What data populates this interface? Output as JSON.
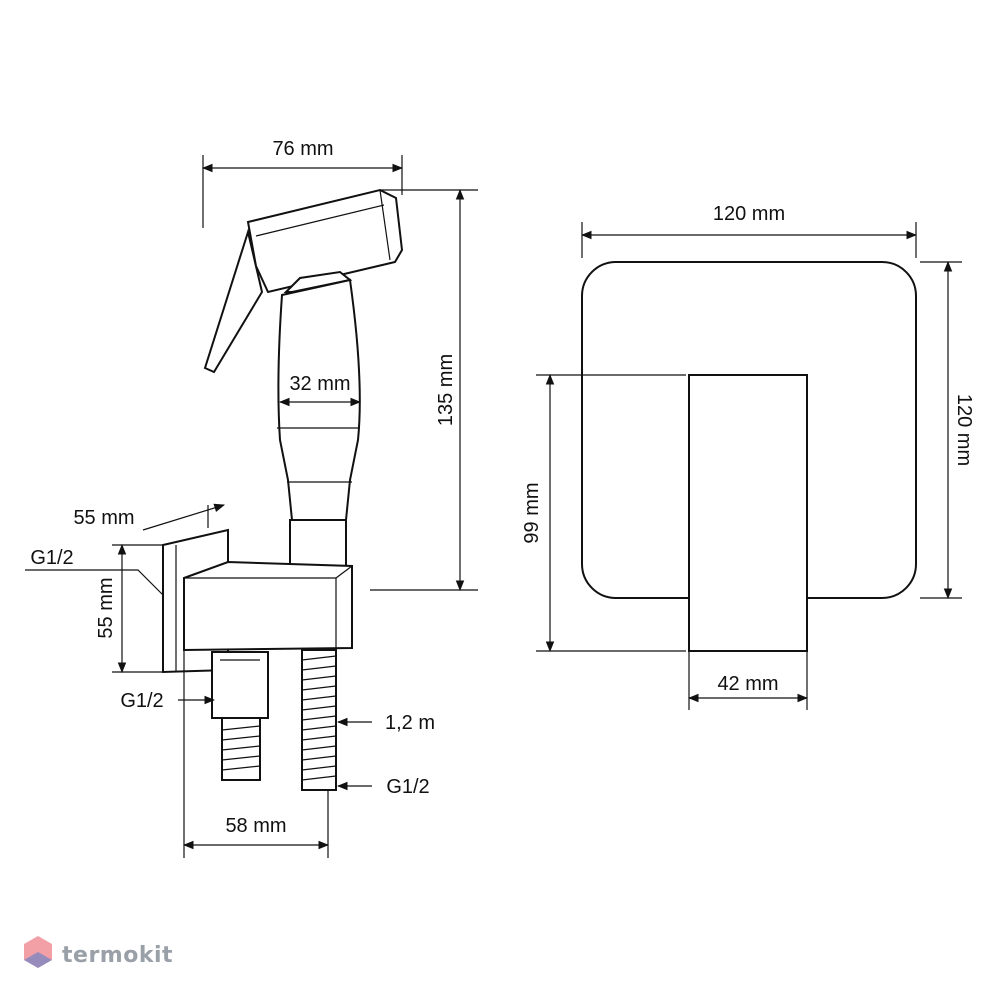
{
  "dimensions": {
    "head_width": "76 mm",
    "handle_diameter": "32 mm",
    "total_height": "135 mm",
    "holder_depth": "55 mm",
    "holder_height": "55 mm",
    "thread_top": "G1/2",
    "thread_inlet": "G1/2",
    "hose_length": "1,2 m",
    "hose_thread": "G1/2",
    "holder_width": "58 mm",
    "plate_width": "120 mm",
    "plate_height": "120 mm",
    "cover_height": "99 mm",
    "cover_width": "42 mm"
  },
  "watermark": {
    "text": "termokit"
  },
  "colors": {
    "line": "#111111",
    "watermark": "#9aa0a8",
    "logo_red": "#e8505b",
    "logo_blue": "#4a7bd0"
  }
}
